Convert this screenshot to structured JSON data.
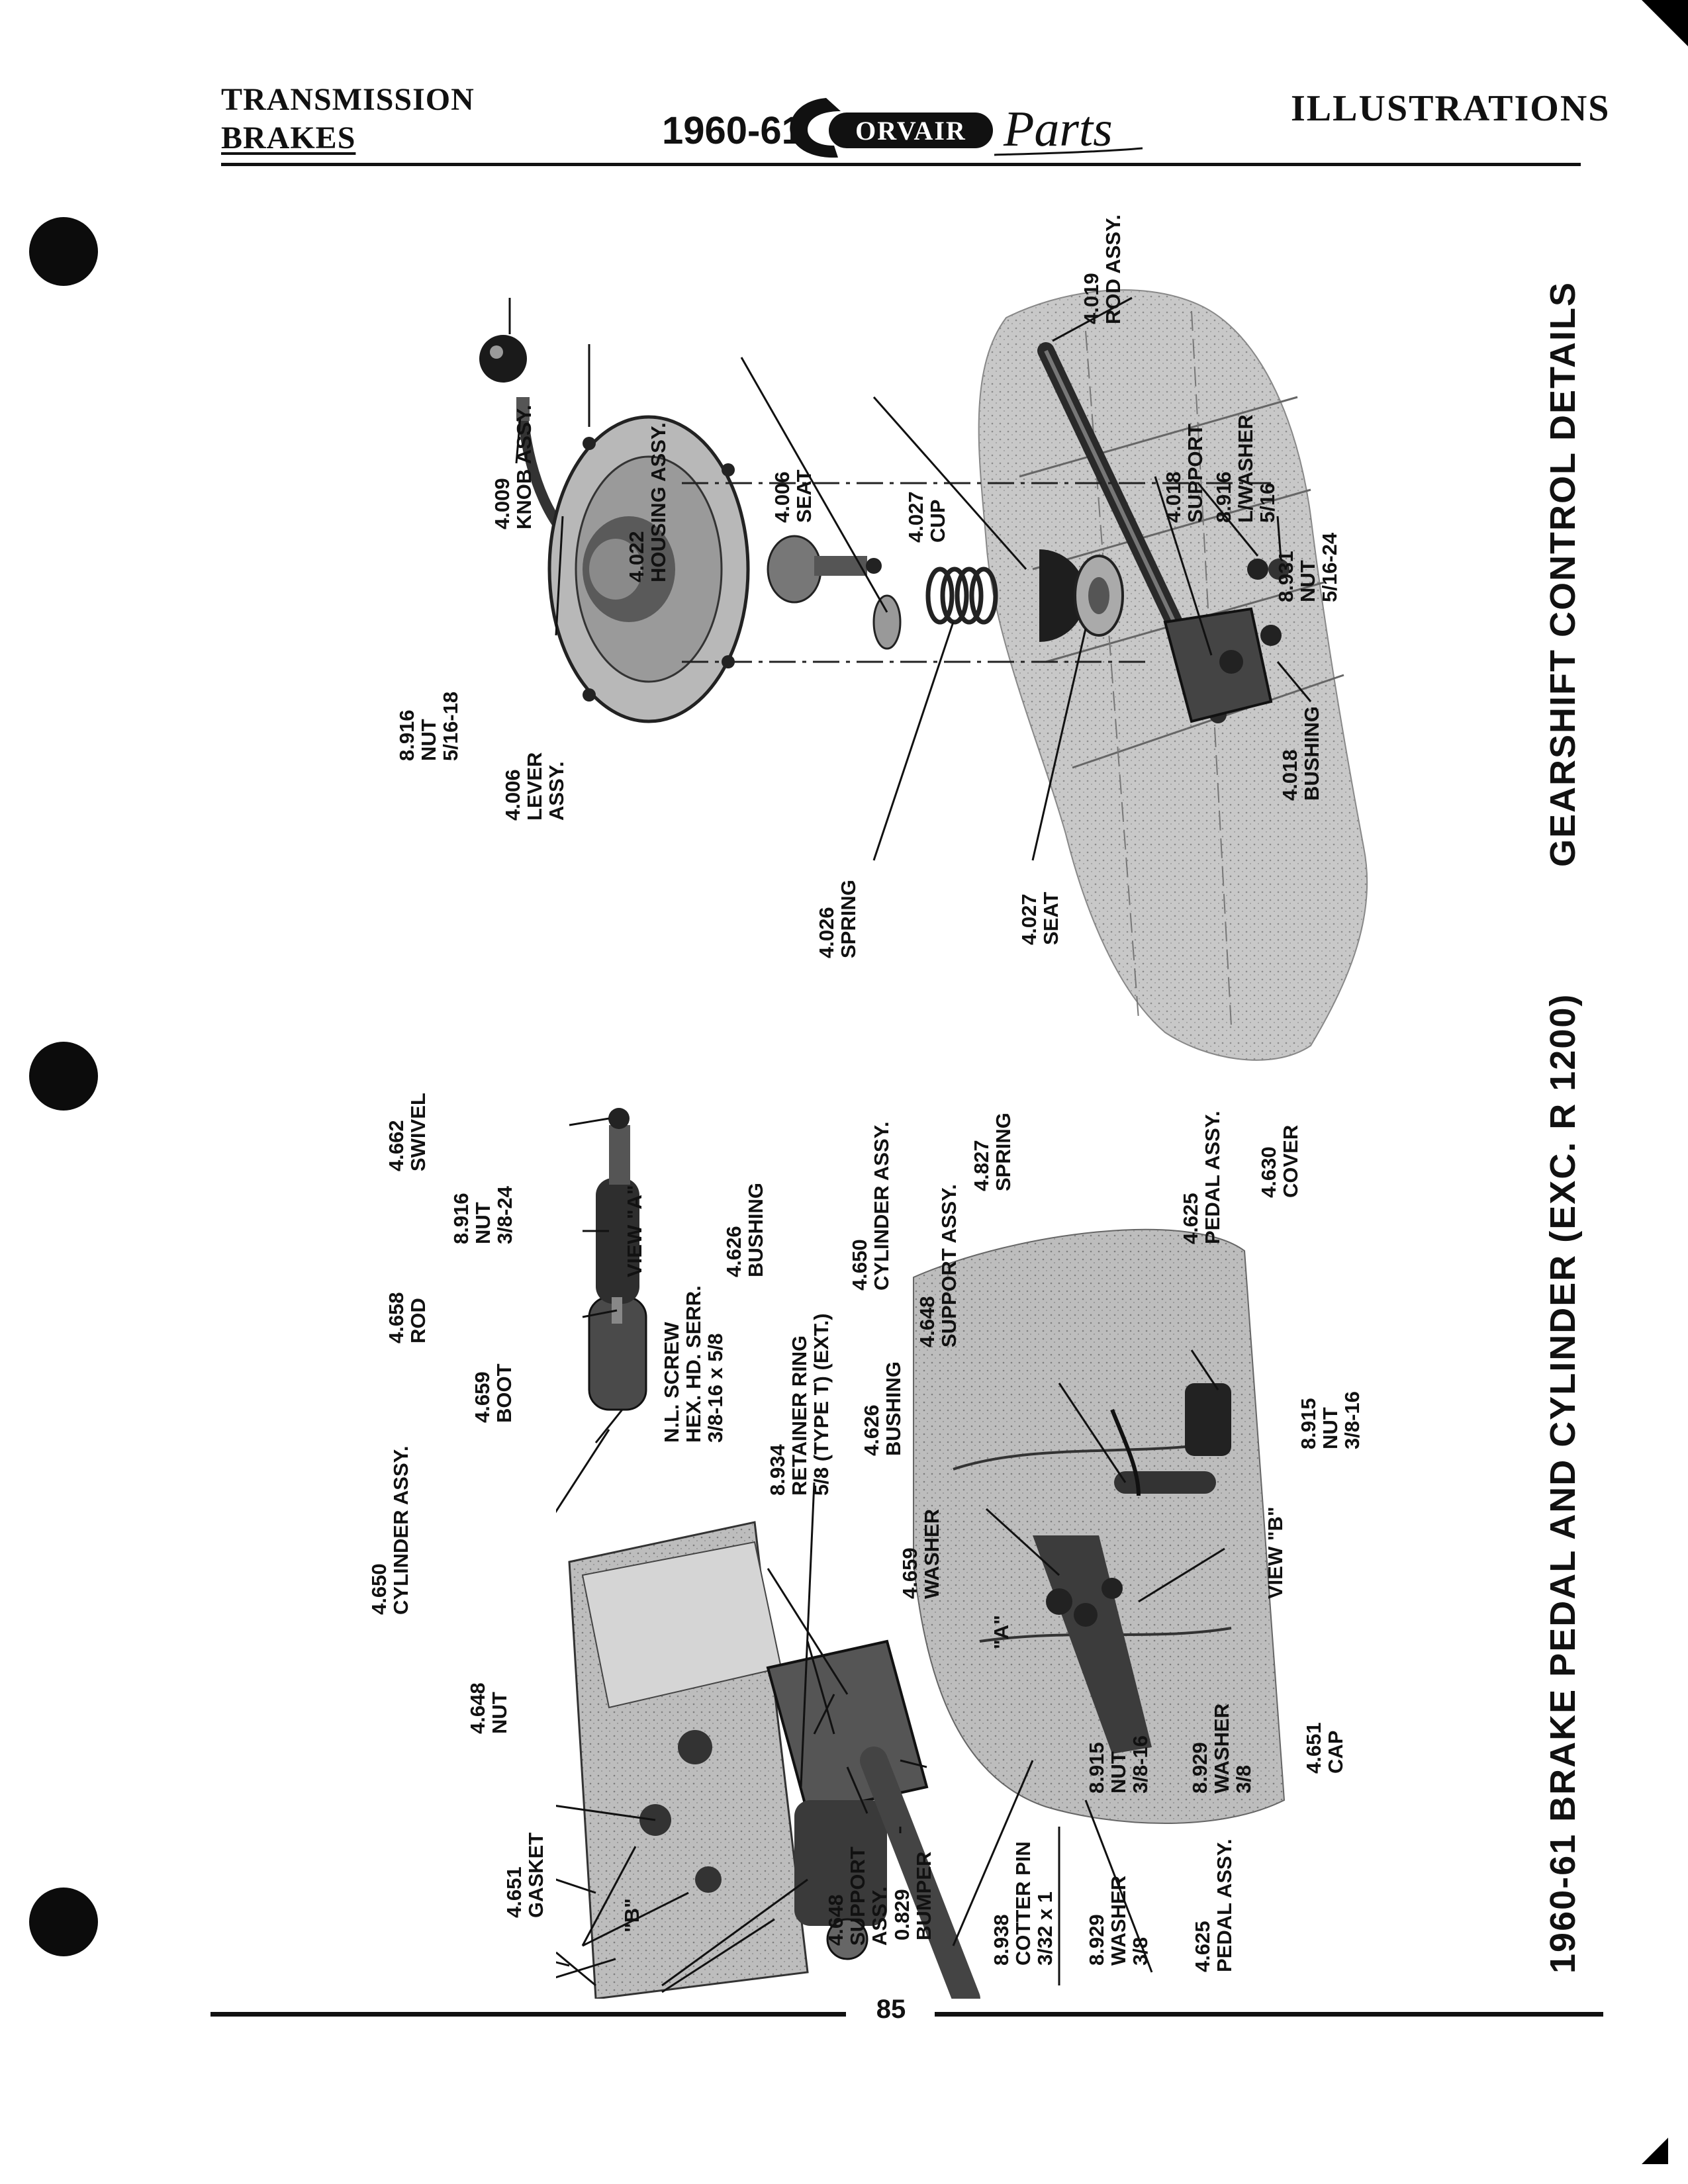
{
  "header": {
    "section_line1": "TRANSMISSION",
    "section_line2": "BRAKES",
    "year": "1960-61",
    "logo_word": "ORVAIR",
    "logo_script": "Parts",
    "right_title": "ILLUSTRATIONS"
  },
  "gearshift": {
    "title": "GEARSHIFT CONTROL DETAILS",
    "labels": {
      "knob": [
        "4.009",
        "KNOB ASSY."
      ],
      "housing": [
        "4.022",
        "HOUSING ASSY."
      ],
      "seat_top": [
        "4.006",
        "SEAT"
      ],
      "cup": [
        "4.027",
        "CUP"
      ],
      "rod": [
        "4.019",
        "ROD ASSY."
      ],
      "support": [
        "4.018",
        "SUPPORT"
      ],
      "lwasher": [
        "8.916",
        "L/WASHER",
        "5/16"
      ],
      "nut_right": [
        "8.931",
        "NUT",
        "5/16-24"
      ],
      "bushing": [
        "4.018",
        "BUSHING"
      ],
      "nut_left": [
        "8.916",
        "NUT",
        "5/16-18"
      ],
      "lever": [
        "4.006",
        "LEVER",
        "ASSY."
      ],
      "spring": [
        "4.026",
        "SPRING"
      ],
      "seat_bottom": [
        "4.027",
        "SEAT"
      ]
    }
  },
  "brake": {
    "title": "1960-61 BRAKE PEDAL AND CYLINDER (EXC. R 1200)",
    "labels": {
      "swivel": [
        "4.662",
        "SWIVEL"
      ],
      "nut_top": [
        "8.916",
        "NUT",
        "3/8-24"
      ],
      "rod": [
        "4.658",
        "ROD"
      ],
      "view_a": [
        "VIEW \"A\""
      ],
      "boot": [
        "4.659",
        "BOOT"
      ],
      "cyl_left": [
        "4.650",
        "CYLINDER ASSY."
      ],
      "screw": [
        "N.L. SCREW",
        "HEX. HD. SERR.",
        "3/8-16 x 5/8"
      ],
      "retainer": [
        "8.934",
        "RETAINER RING",
        "5/8 (TYPE T) (EXT.)"
      ],
      "bushing_top": [
        "4.626",
        "BUSHING"
      ],
      "cyl_right": [
        "4.650",
        "CYLINDER ASSY."
      ],
      "bushing_mid": [
        "4.626",
        "BUSHING"
      ],
      "washer_mid": [
        "4.659",
        "WASHER"
      ],
      "marker_a": [
        "\"A\""
      ],
      "support_top": [
        "4.648",
        "SUPPORT ASSY."
      ],
      "spring": [
        "4.827",
        "SPRING"
      ],
      "pedal_right": [
        "4.625",
        "PEDAL ASSY."
      ],
      "cover": [
        "4.630",
        "COVER"
      ],
      "nut_viewb": [
        "8.915",
        "NUT",
        "3/8-16"
      ],
      "view_b": [
        "VIEW \"B\""
      ],
      "nut_left": [
        "4.648",
        "NUT"
      ],
      "gasket": [
        "4.651",
        "GASKET"
      ],
      "marker_b": [
        "\"B\""
      ],
      "support_bottom": [
        "4.648",
        "SUPPORT",
        "ASSY."
      ],
      "bumper": [
        "0.829",
        "BUMPER"
      ],
      "cotter": [
        "8.938",
        "COTTER PIN",
        "3/32 x 1"
      ],
      "washer_bottom": [
        "8.929",
        "WASHER",
        "3/8"
      ],
      "pedal_bottom": [
        "4.625",
        "PEDAL ASSY."
      ],
      "nut_bottom": [
        "8.915",
        "NUT",
        "3/8-16"
      ],
      "washer_right": [
        "8.929",
        "WASHER",
        "3/8"
      ],
      "cap": [
        "4.651",
        "CAP"
      ]
    }
  },
  "footer": {
    "page_number": "85"
  }
}
